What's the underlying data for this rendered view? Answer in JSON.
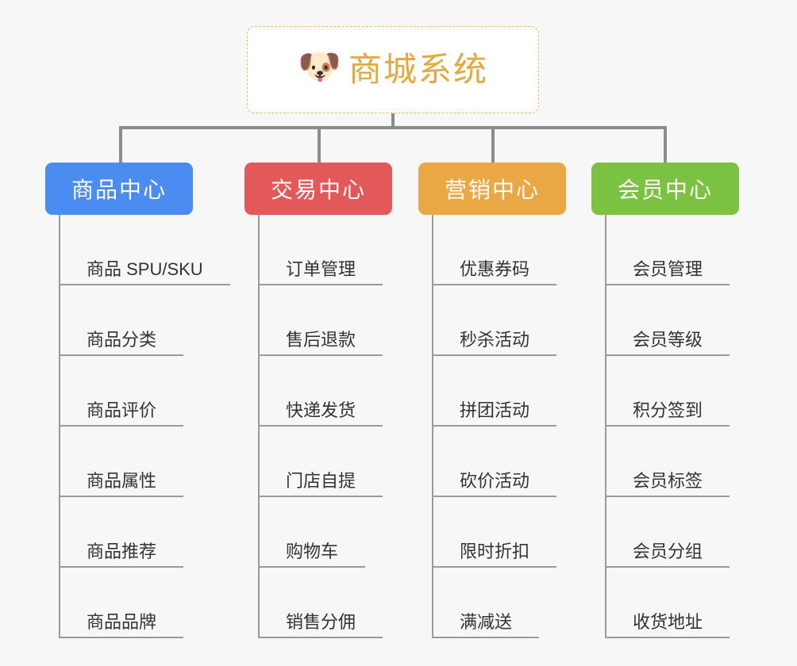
{
  "root": {
    "title": "商城系统",
    "emoji": "🐶",
    "emoji_name": "shiba-dog-face-emoji",
    "border_color": "#e8bb6a",
    "text_color": "#e3a93e"
  },
  "connector_color": "#8c8c8c",
  "leaf_line_color": "#9a9a9a",
  "columns": [
    {
      "id": "product-center",
      "label": "商品中心",
      "color": "#4a8cf0",
      "items": [
        "商品 SPU/SKU",
        "商品分类",
        "商品评价",
        "商品属性",
        "商品推荐",
        "商品品牌"
      ]
    },
    {
      "id": "trade-center",
      "label": "交易中心",
      "color": "#e3595a",
      "items": [
        "订单管理",
        "售后退款",
        "快递发货",
        "门店自提",
        "购物车",
        "销售分佣"
      ]
    },
    {
      "id": "marketing-center",
      "label": "营销中心",
      "color": "#eaa844",
      "items": [
        "优惠券码",
        "秒杀活动",
        "拼团活动",
        "砍价活动",
        "限时折扣",
        "满减送"
      ]
    },
    {
      "id": "member-center",
      "label": "会员中心",
      "color": "#7cc242",
      "items": [
        "会员管理",
        "会员等级",
        "积分签到",
        "会员标签",
        "会员分组",
        "收货地址"
      ]
    }
  ]
}
